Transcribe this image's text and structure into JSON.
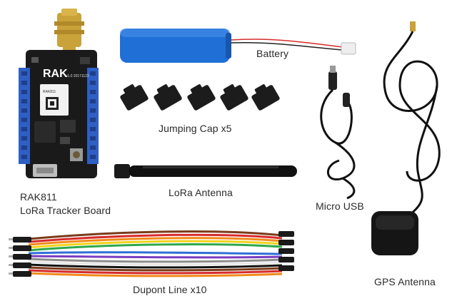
{
  "labels": {
    "battery": "Battery",
    "jumping_cap": "Jumping Cap x5",
    "board_line1": "RAK811",
    "board_line2": "LoRa Tracker Board",
    "lora_antenna": "LoRa Antenna",
    "micro_usb": "Micro USB",
    "dupont": "Dupont Line x10",
    "gps_antenna": "GPS Antenna"
  },
  "board_silkscreen": {
    "logo": "RAK",
    "version": "v1.0 20171123",
    "module": "RAK811"
  },
  "colors": {
    "board": "#1a1a1a",
    "header_pins": "#2f5fc4",
    "battery": "#1f6fd6",
    "sma_gold": "#c9a23a",
    "cable": "#111111",
    "jumper": "#1c1c1c",
    "dupont_wires": [
      "#7a3b1a",
      "#d62b2b",
      "#f08a1c",
      "#f2d21b",
      "#2ea84a",
      "#2f6fd6",
      "#7a3cc0",
      "#8c8c8c",
      "#f5f5f5",
      "#111111"
    ]
  }
}
